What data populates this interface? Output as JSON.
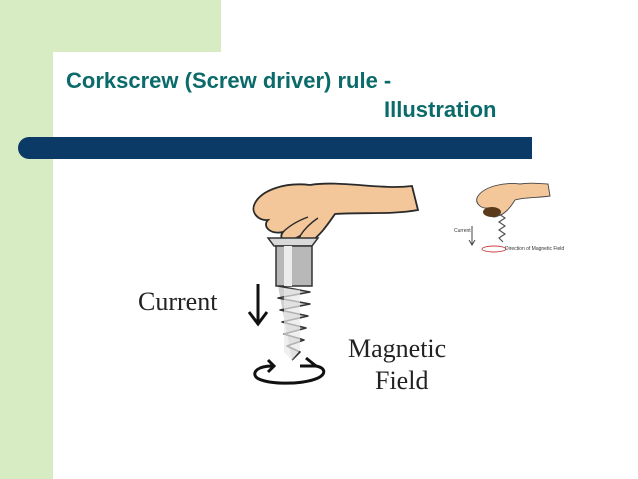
{
  "slide": {
    "title_line1": "Corkscrew (Screw driver) rule -",
    "title_line2": "Illustration"
  },
  "figure": {
    "current_label": "Current",
    "magnetic_label_line1": "Magnetic",
    "magnetic_label_line2": "Field"
  },
  "thumbnail": {
    "current_label": "Current",
    "field_label": "Direction of Magnetic Field"
  },
  "colors": {
    "accent_band": "#d8ecc4",
    "title_text": "#0b6a6a",
    "divider": "#0b3a66",
    "skin": "#f3c79a"
  }
}
